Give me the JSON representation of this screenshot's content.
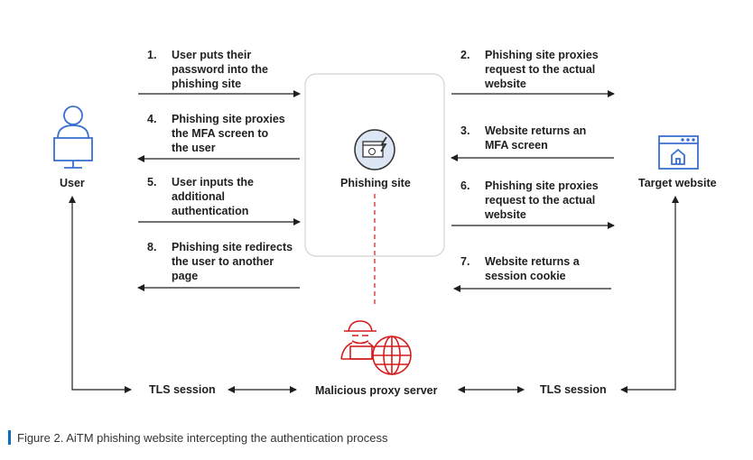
{
  "actors": {
    "user": "User",
    "phishing_site": "Phishing site",
    "target_website": "Target website",
    "proxy": "Malicious proxy server",
    "tls_left": "TLS session",
    "tls_right": "TLS session"
  },
  "steps": [
    {
      "num": "1.",
      "text": [
        "User puts their",
        "password into the",
        "phishing site"
      ]
    },
    {
      "num": "2.",
      "text": [
        "Phishing site proxies",
        "request to the actual",
        "website"
      ]
    },
    {
      "num": "3.",
      "text": [
        "Website returns an",
        "MFA screen"
      ]
    },
    {
      "num": "4.",
      "text": [
        "Phishing site proxies",
        "the MFA screen to",
        "the user"
      ]
    },
    {
      "num": "5.",
      "text": [
        "User inputs the",
        "additional",
        "authentication"
      ]
    },
    {
      "num": "6.",
      "text": [
        "Phishing site proxies",
        "request to the actual",
        "website"
      ]
    },
    {
      "num": "7.",
      "text": [
        "Website returns a",
        "session cookie"
      ]
    },
    {
      "num": "8.",
      "text": [
        "Phishing site redirects",
        "the user to another",
        "page"
      ]
    }
  ],
  "caption": "Figure 2. AiTM phishing website intercepting the authentication process",
  "colors": {
    "icon_blue": "#3b6fd0",
    "attacker_red": "#d41c1c",
    "caption_bar": "#0f6cbd",
    "phishing_circle": "#dde6f5"
  }
}
